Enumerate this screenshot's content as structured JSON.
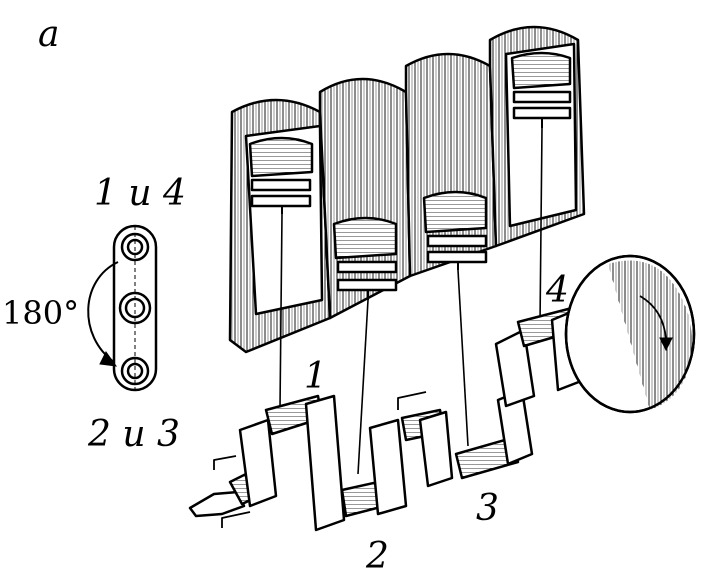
{
  "figure": {
    "panel_label": "а",
    "scheme": {
      "top_label": "1 и 4",
      "bottom_label": "2 и 3",
      "angle_label": "180°"
    },
    "cylinder_numbers": [
      "1",
      "2",
      "3",
      "4"
    ]
  },
  "colors": {
    "ink": "#000000",
    "paper": "#ffffff"
  }
}
